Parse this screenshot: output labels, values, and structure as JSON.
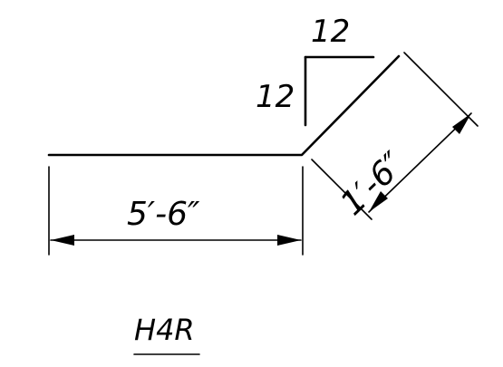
{
  "drawing": {
    "slope": {
      "rise": "12",
      "run": "12"
    },
    "dimensions": {
      "horizontal": "5′-6″",
      "sloped": "1′-6″"
    },
    "label": "H4R"
  }
}
